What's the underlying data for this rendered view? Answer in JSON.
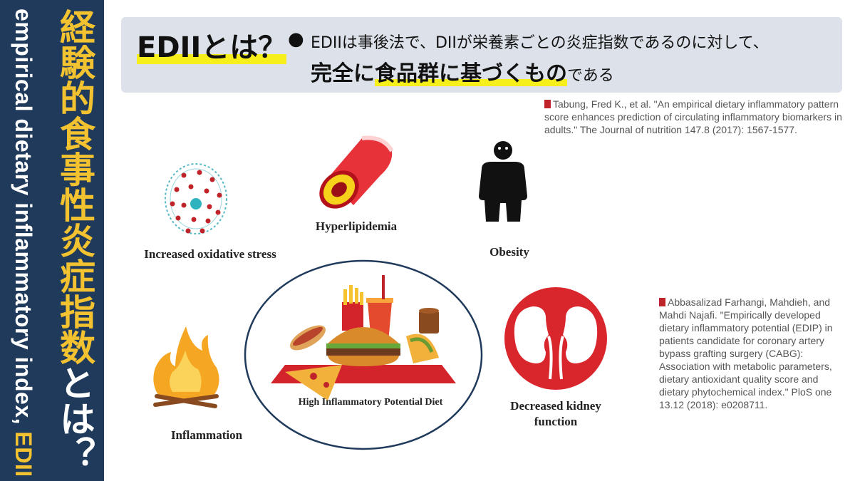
{
  "sidebar": {
    "english_prefix": "empirical dietary inflammatory index, ",
    "english_highlight": "EDII",
    "japanese_title": "経験的食事性炎症指数",
    "japanese_suffix": "とは？"
  },
  "header": {
    "title": "EDIIとは？",
    "bullet": "●",
    "line1": "EDIIは事後法で、DIIが栄養素ごとの炎症指数であるのに対して、",
    "line2_a": "完全に",
    "line2_highlight": "食品群に基づくもの",
    "line2_b": "である"
  },
  "references": {
    "ref1": "Tabung, Fred K., et al. \"An empirical dietary inflammatory pattern score enhances prediction of circulating inflammatory biomarkers in adults.\" The Journal of nutrition 147.8 (2017): 1567-1577.",
    "ref2": "Abbasalizad Farhangi, Mahdieh, and Mahdi Najafi. \"Empirically developed dietary inflammatory potential (EDIP) in patients candidate for coronary artery bypass grafting surgery (CABG): Association with metabolic parameters, dietary antioxidant quality score and dietary phytochemical index.\" PloS one 13.12 (2018): e0208711."
  },
  "diagram": {
    "oxidative": "Increased oxidative stress",
    "hyperlipidemia": "Hyperlipidemia",
    "obesity": "Obesity",
    "inflammation": "Inflammation",
    "diet": "High Inflammatory Potential Diet",
    "kidney": "Decreased kidney function"
  },
  "colors": {
    "sidebar_bg": "#1f3a5b",
    "accent_gold": "#f2c230",
    "highlight_yellow": "#f6ef1c",
    "header_bg": "#dde2ea",
    "kidney_red": "#d8262c"
  }
}
